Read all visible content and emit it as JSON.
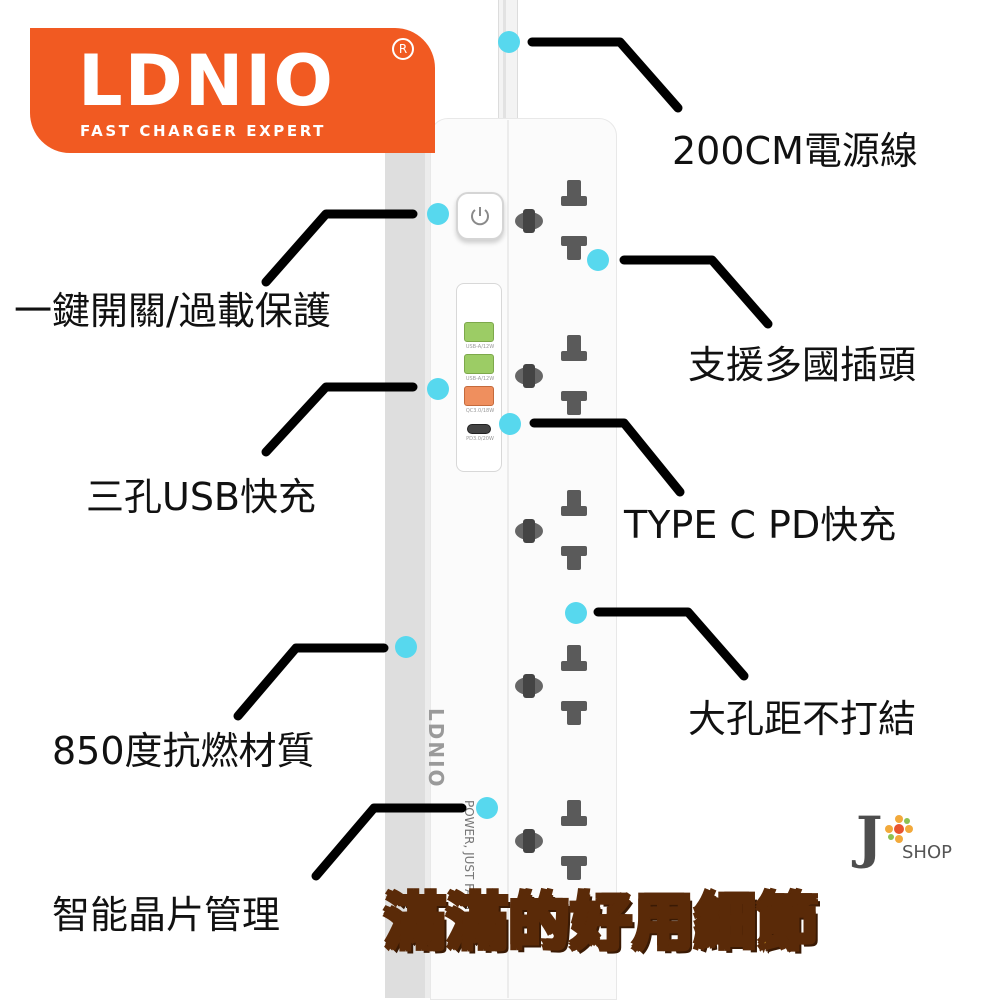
{
  "brand": {
    "name": "LDNIO",
    "registered": "R",
    "tagline": "FAST CHARGER EXPERT",
    "color": "#f15a22"
  },
  "product": {
    "strip_logo": "LDNIO",
    "strip_tagline": "POWER, JUST FAST",
    "usb_labels": [
      "USB-A/12W",
      "USB-A/12W",
      "QC3.0/18W",
      "PD3.0/20W"
    ]
  },
  "callouts": {
    "cord": "200CM電源線",
    "switch": "一鍵開關/過載保護",
    "sockets": "支援多國插頭",
    "usb": "三孔USB快充",
    "typec": "TYPE  C  PD快充",
    "spacing": "大孔距不打結",
    "material": "850度抗燃材質",
    "chip": "智能晶片管理"
  },
  "slogan": "滿滿的好用細節",
  "shop": {
    "letter": "J",
    "name": "SHOP"
  },
  "colors": {
    "dot": "#57d8ee",
    "line": "#000000",
    "slogan_fill": "#f6c12b",
    "slogan_stroke": "#5a2a08"
  }
}
